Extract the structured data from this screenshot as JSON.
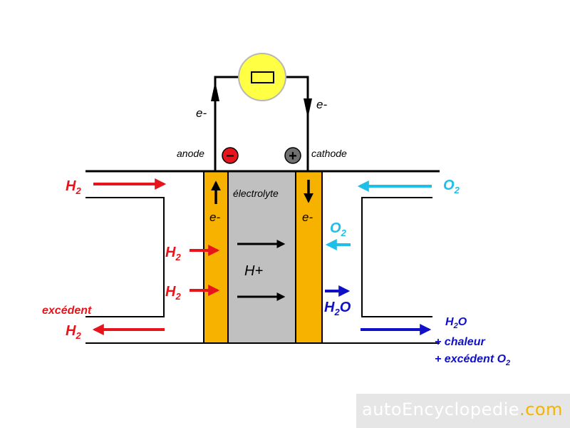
{
  "labels": {
    "electron_left": "e-",
    "electron_right": "e-",
    "anode": "anode",
    "cathode": "cathode",
    "electrolyte": "électrolyte",
    "electron_in_anode": "e-",
    "electron_in_cathode": "e-",
    "proton": "H+",
    "h2_inlet": "H",
    "h2_inlet_sub": "2",
    "h2_mid1": "H",
    "h2_mid1_sub": "2",
    "h2_mid2": "H",
    "h2_mid2_sub": "2",
    "excess_label": "excédent",
    "h2_outlet": "H",
    "h2_outlet_sub": "2",
    "o2_inlet": "O",
    "o2_inlet_sub": "2",
    "o2_mid": "O",
    "o2_mid_sub": "2",
    "h2o_mid": "H",
    "h2o_mid_sub": "2",
    "h2o_mid_tail": "O",
    "h2o_out": "H",
    "h2o_out_sub": "2",
    "h2o_out_tail": "O",
    "heat": "+ chaleur",
    "excess_o2": "+ excédent O",
    "excess_o2_sub": "2",
    "minus_symbol": "−",
    "plus_symbol": "+"
  },
  "watermark": {
    "main": "autoEncyclopedie",
    "suffix": ".com"
  },
  "colors": {
    "hydrogen": "#e8141b",
    "oxygen": "#1ec0ea",
    "water": "#1010c8",
    "electrode": "#f7b200",
    "electrolyte": "#c0c0c0",
    "lamp": "#ffff44",
    "anode_terminal": "#e8141b",
    "cathode_terminal": "#707070"
  }
}
